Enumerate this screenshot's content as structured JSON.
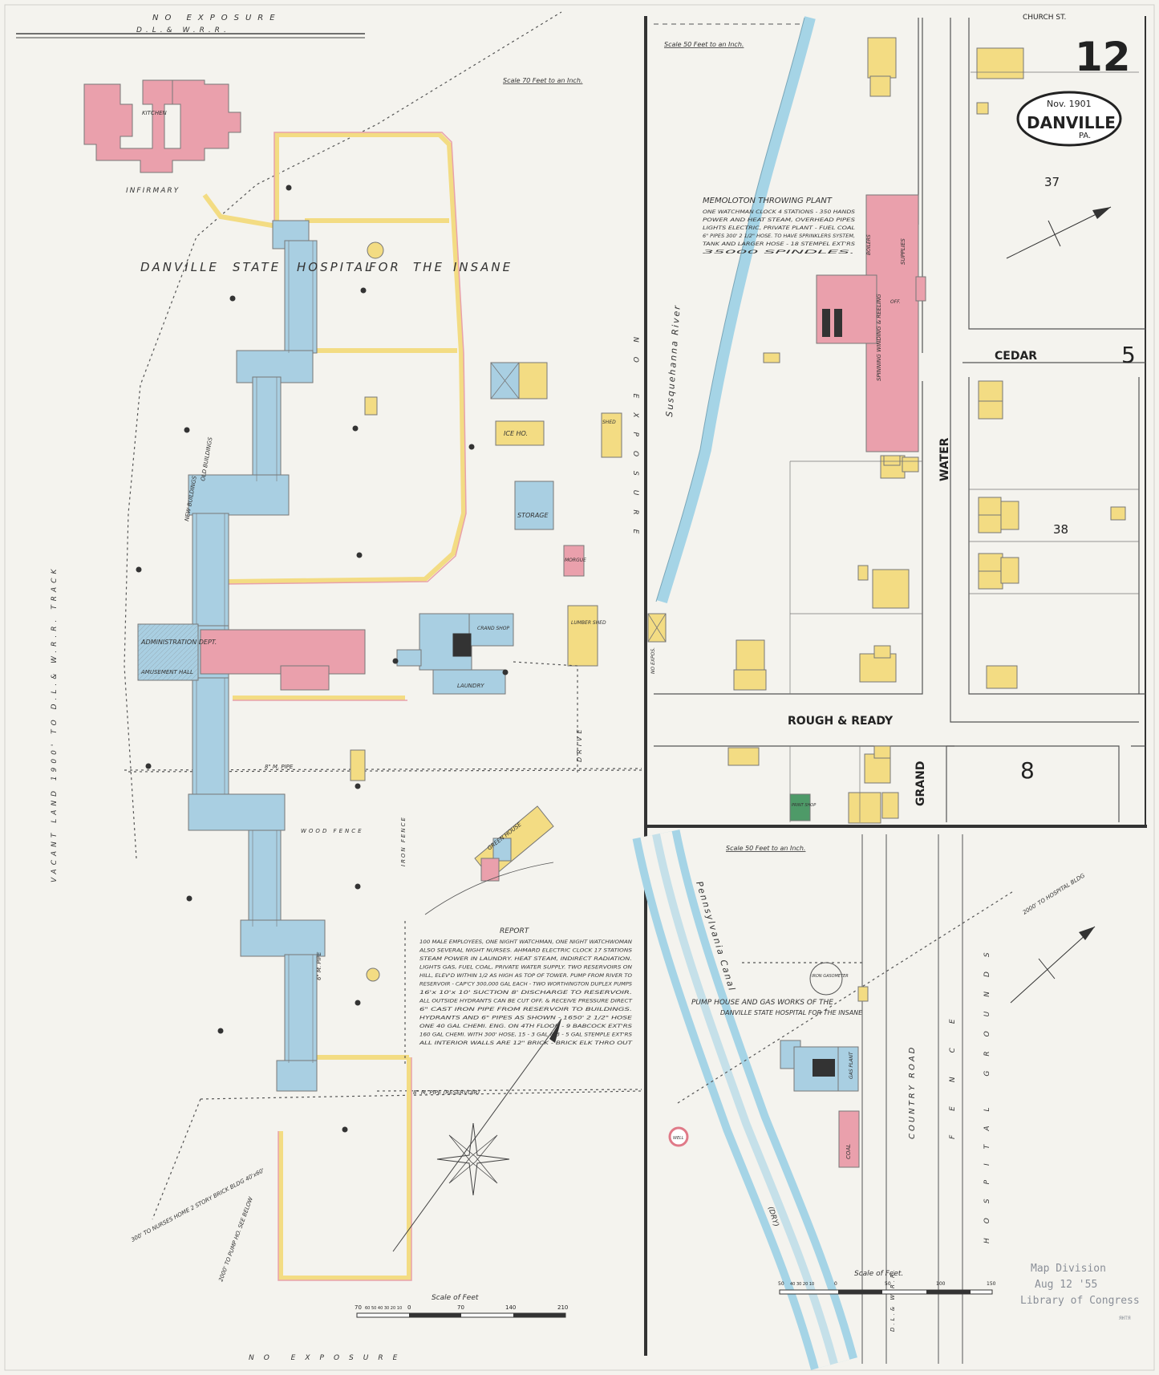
{
  "sheet": {
    "number": "12",
    "place": "DANVILLE",
    "state": "PA.",
    "date": "Nov. 1901",
    "stamp": [
      "Map Division",
      "Aug 12 '55",
      "Library of Congress"
    ],
    "maker_mark": "ЯНТЯ",
    "colors": {
      "brick": "#eaa0ac",
      "frame": "#f3dc83",
      "stone": "#a9cfe2",
      "special": "#4e9a68",
      "water": "#a5d4e6",
      "outline": "#777"
    }
  },
  "left": {
    "top_note": "NO EXPOSURE",
    "top_sub": "D.L.& W.R.R.",
    "scale_note": "Scale 70 Feet to an Inch.",
    "title": [
      "DANVILLE",
      "STATE",
      "HOSPITAL",
      "FOR",
      "THE",
      "INSANE"
    ],
    "labels": {
      "infirmary": "INFIRMARY",
      "kitchen": "KITCHEN",
      "admin": "ADMINISTRATION DEPT.",
      "amusement": "AMUSEMENT HALL",
      "storage": "STORAGE",
      "ice": "ICE HO.",
      "morgue": "MORGUE",
      "shed": "SHED",
      "lumber": "LUMBER SHED",
      "grand": "CRAND SHOP",
      "laundry": "LAUNDRY",
      "green": "GREEN HOUSE",
      "new_bldgs": "NEW BUILDINGS",
      "old_bldgs": "OLD BUILDINGS",
      "wood_fence": "WOOD FENCE",
      "iron_fence": "IRON FENCE",
      "pipe1": "8\" M. PIPE",
      "pipe2": "6\" M. PIPE",
      "pipe3": "8\" M. PIPE (RESERVOIR)",
      "drive": "DRIVE",
      "left_vertical": "VACANT LAND 1900' TO D.L.& W.R.R. TRACK",
      "right_vertical": "NO EXPOSURE",
      "nurses": "300' TO NURSES HOME 2 STORY BRICK BLDG 40'x60'",
      "pump": "2000' TO PUMP HO. SEE BELOW",
      "bottom_note": "NO EXPOSURE"
    },
    "report_title": "REPORT",
    "report": [
      "100 MALE EMPLOYEES, ONE NIGHT WATCHMAN, ONE NIGHT WATCHWOMAN",
      "ALSO SEVERAL NIGHT NURSES. AHMARD ELECTRIC CLOCK 17 STATIONS",
      "STEAM POWER IN LAUNDRY. HEAT STEAM, INDIRECT RADIATION.",
      "LIGHTS GAS, FUEL COAL, PRIVATE WATER SUPPLY. TWO RESERVOIRS ON",
      "HILL, ELEV'D WITHIN 1/2 AS HIGH AS TOP OF TOWER. PUMP FROM RIVER TO",
      "RESERVOIR - CAP'CY 300,000 GAL EACH - TWO WORTHINGTON DUPLEX PUMPS",
      "16'x 10'x 10' SUCTION 8' DISCHARGE TO RESERVOIR.",
      "ALL OUTSIDE HYDRANTS CAN BE CUT OFF, & RECEIVE PRESSURE DIRECT",
      "6\" CAST IRON PIPE FROM RESERVOIR TO BUILDINGS.",
      "HYDRANTS AND 6\" PIPES AS SHOWN - 1650' 2 1/2\" HOSE",
      "ONE 40 GAL CHEMI. ENG. ON 4TH FLOOR - 9 BABCOCK EXT'RS",
      "160 GAL CHEMI. WITH 300' HOSE, 15 - 3 GAL & 3 - 5 GAL STEMPLE EXT'RS",
      "ALL INTERIOR WALLS ARE 12\" BRICK - BRICK ELK THRO OUT"
    ],
    "scale_title": "Scale of Feet",
    "scale_ticks": [
      "70",
      "60 50 40 30 20 10",
      "0",
      "70",
      "140",
      "210"
    ]
  },
  "upper_right": {
    "scale_note": "Scale 50 Feet to an Inch.",
    "streets": {
      "church": "CHURCH ST.",
      "cedar": "CEDAR",
      "water": "WATER",
      "rough": "ROUGH & READY",
      "grand": "GRAND"
    },
    "river": "Susquehanna River",
    "blocks": {
      "b37": "37",
      "b38": "38",
      "b8": "8",
      "adj": "5"
    },
    "plant_title": "MEMOLOTON THROWING PLANT",
    "plant_notes": [
      "ONE WATCHMAN CLOCK 4 STATIONS - 350 HANDS",
      "POWER AND HEAT STEAM, OVERHEAD PIPES",
      "LIGHTS ELECTRIC, PRIVATE PLANT - FUEL COAL",
      "6\" PIPES 300' 2 1/2\" HOSE. TO HAVE SPRINKLERS SYSTEM,",
      "TANK AND LARGER HOSE - 18 STEMPEL EXT'RS",
      "35000 SPINDLES."
    ],
    "mill_labels": [
      "SPINNING WINDING & REELING",
      "SUPPLIES",
      "BOILERS",
      "OFF."
    ],
    "print_shop": "PRINT SHOP",
    "expos": "NO EXPOS."
  },
  "lower_right": {
    "scale_note": "Scale 50 Feet to an Inch.",
    "canal": "Pennsylvania Canal",
    "canal_dry": "(DRY)",
    "country_road": "COUNTRY ROAD",
    "dlw": "D.L.& W.R.R.",
    "fence": "FENCE",
    "hospital_grounds": "HOSPITAL GROUNDS",
    "to_hospital": "2000' TO HOSPITAL BLDG",
    "pump_title": "PUMP HOUSE AND GAS WORKS OF THE",
    "pump_title2": "DANVILLE STATE HOSPITAL FOR THE INSANE",
    "gasometer": "IRON GASOMETER",
    "gas_plant": "GAS PLANT",
    "coal": "COAL",
    "well": "WELL",
    "scale_title": "Scale of Feet.",
    "scale_ticks": [
      "50",
      "40 30 20 10",
      "0",
      "50",
      "100",
      "150"
    ]
  }
}
